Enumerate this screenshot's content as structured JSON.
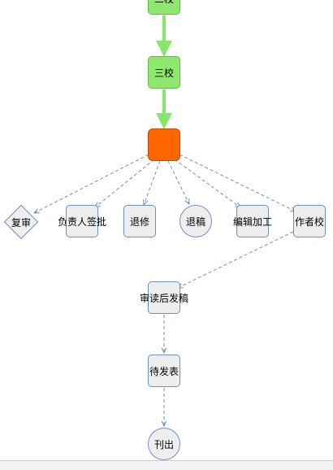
{
  "nodes": {
    "second_proof": "二校",
    "third_proof": "三校",
    "center": "",
    "recheck": "复审",
    "manager_approve": "负责人签批",
    "return_revise": "退修",
    "reject": "退稿",
    "edit_process": "编辑加工",
    "author_proof": "作者校",
    "review_publish": "审读后发稿",
    "pending_publish": "待发表",
    "published": "刊出"
  },
  "colors": {
    "green_arrow": "#86e86a",
    "dashed_arrow": "#6f8fc0",
    "orange_node": "#ff6600"
  }
}
